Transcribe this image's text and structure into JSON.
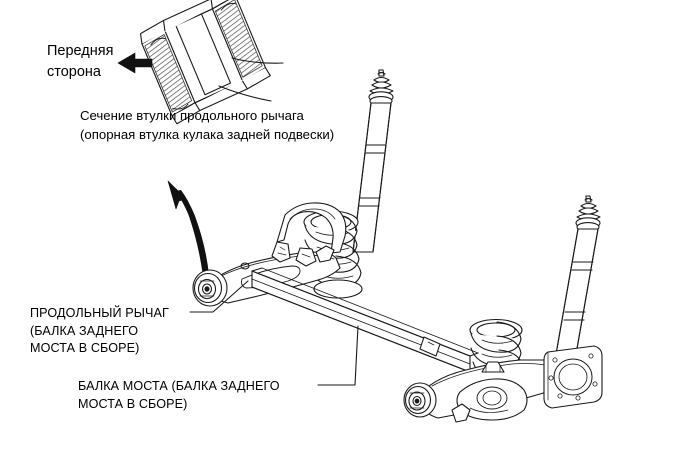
{
  "figure": {
    "kind": "technical-line-drawing",
    "subject": "rear suspension torsion beam axle assembly",
    "background_color": "#ffffff",
    "line_color": "#1a1a1a",
    "hatch_color": "#555555"
  },
  "labels": {
    "front_side": {
      "name": "front-side-label",
      "line1": "Передняя",
      "line2": "сторона",
      "text": "Передняя\nсторона"
    },
    "bushing_caption": {
      "name": "bushing-section-caption",
      "line1": "Сечение втулки продольного рычага",
      "line2": "(опорная втулка кулака задней подвески)",
      "text": "Сечение втулки продольного рычага\n(опорная втулка кулака задней подвески)"
    },
    "trailing_arm": {
      "name": "trailing-arm-label",
      "line1": "ПРОДОЛЬНЫЙ РЫЧАГ",
      "line2": "(БАЛКА ЗАДНЕГО",
      "line3": "МОСТА В СБОРЕ)",
      "text": "ПРОДОЛЬНЫЙ РЫЧАГ\n(БАЛКА ЗАДНЕГО\nМОСТА В СБОРЕ)"
    },
    "axle_beam": {
      "name": "axle-beam-label",
      "line1": "БАЛКА МОСТА (БАЛКА ЗАДНЕГО",
      "line2": "МОСТА В СБОРЕ)",
      "text": "БАЛКА МОСТА (БАЛКА ЗАДНЕГО\nМОСТА В СБОРЕ)"
    }
  },
  "annotations": {
    "front_arrow": {
      "name": "front-direction-arrow",
      "direction": "left",
      "style": "solid-block"
    },
    "callout_arrow": {
      "name": "magnify-callout-arrow",
      "direction": "up",
      "style": "curved-tapered"
    },
    "leader_trailing_arm": {
      "name": "leader-line-trailing-arm"
    },
    "leader_axle_beam": {
      "name": "leader-line-axle-beam"
    },
    "leader_bushing_upper": {
      "name": "leader-line-bushing-upper"
    },
    "leader_bushing_lower": {
      "name": "leader-line-bushing-lower"
    }
  },
  "parts": {
    "bushing_section": {
      "name": "trailing-arm-bushing-cross-section"
    },
    "left_shock": {
      "name": "shock-absorber-left"
    },
    "right_shock": {
      "name": "shock-absorber-right"
    },
    "left_spring": {
      "name": "coil-spring-left"
    },
    "right_spring": {
      "name": "coil-spring-right"
    },
    "left_trailing_arm": {
      "name": "trailing-arm-left"
    },
    "right_trailing_arm": {
      "name": "trailing-arm-right"
    },
    "axle_beam_member": {
      "name": "torsion-beam-cross-member"
    },
    "left_arm_bushing": {
      "name": "trailing-arm-bushing-left"
    },
    "right_arm_bushing": {
      "name": "trailing-arm-bushing-right"
    },
    "hub_flange": {
      "name": "rear-hub-mounting-flange"
    }
  }
}
